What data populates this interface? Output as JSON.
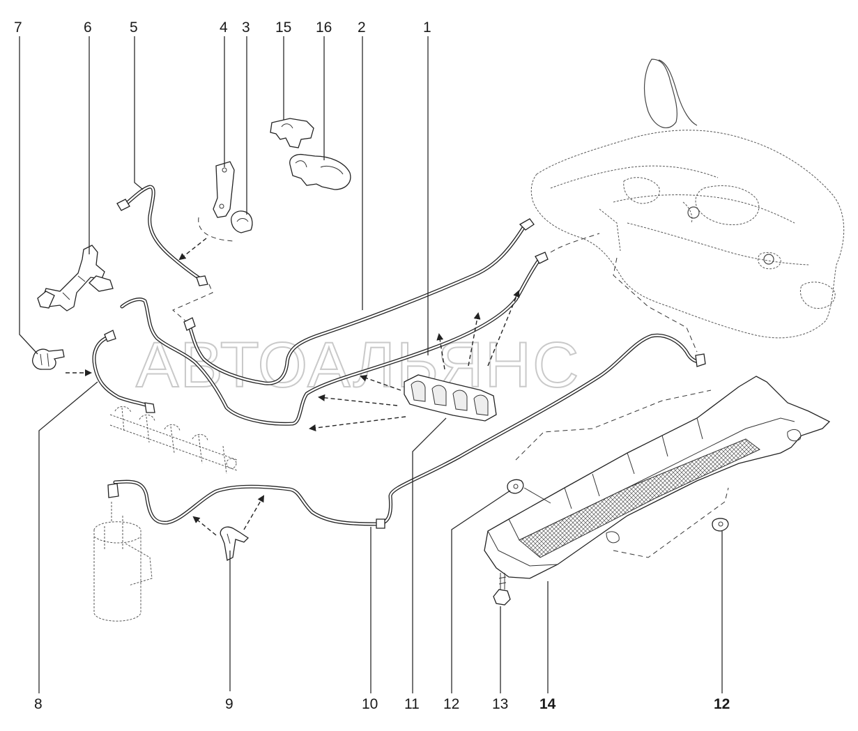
{
  "watermark": "АВТОАЛЬЯНС",
  "callouts": {
    "c1": "1",
    "c2": "2",
    "c3": "3",
    "c4": "4",
    "c5": "5",
    "c6": "6",
    "c7": "7",
    "c8": "8",
    "c9": "9",
    "c10": "10",
    "c11": "11",
    "c12a": "12",
    "c13": "13",
    "c14": "14",
    "c12b": "12",
    "c15": "15",
    "c16": "16"
  }
}
